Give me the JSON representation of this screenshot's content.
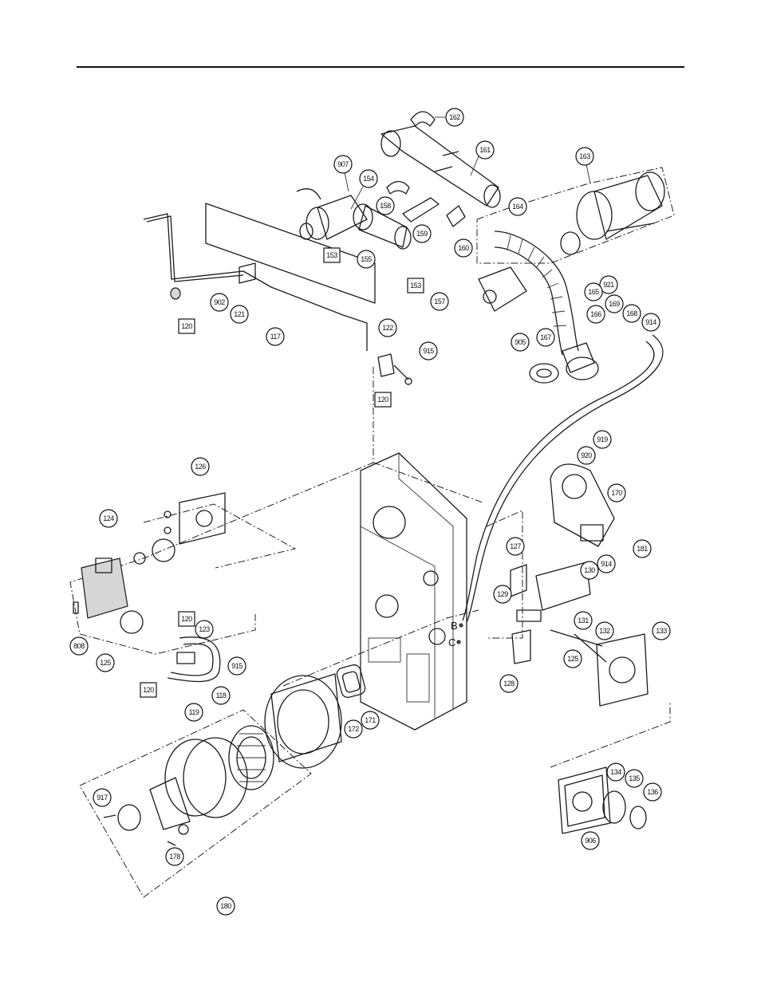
{
  "callouts": {
    "circled": [
      "162",
      "161",
      "163",
      "907",
      "154",
      "158",
      "159",
      "160",
      "164",
      "921",
      "155",
      "157",
      "166",
      "165",
      "169",
      "168",
      "914",
      "902",
      "121",
      "117",
      "122",
      "905",
      "167",
      "915",
      "919",
      "920",
      "170",
      "126",
      "124",
      "181",
      "127",
      "914b",
      "130",
      "129",
      "131",
      "125",
      "132",
      "133",
      "123",
      "808",
      "125b",
      "915b",
      "128",
      "118",
      "119",
      "171",
      "172",
      "134",
      "135",
      "136",
      "917",
      "906",
      "178",
      "180"
    ],
    "boxed": [
      "153",
      "153b",
      "120",
      "120b",
      "120c",
      "120d"
    ]
  },
  "labels": {
    "c162": "162",
    "c161": "161",
    "c163": "163",
    "c907": "907",
    "c154": "154",
    "c158": "158",
    "c159": "159",
    "c160": "160",
    "c164": "164",
    "c921": "921",
    "c155": "155",
    "c157": "157",
    "c166": "166",
    "c165": "165",
    "c169": "169",
    "c168": "168",
    "c914": "914",
    "c902": "902",
    "c121": "121",
    "c117": "117",
    "c122": "122",
    "c905": "905",
    "c167": "167",
    "c915": "915",
    "c919": "919",
    "c920": "920",
    "c170": "170",
    "c126": "126",
    "c124": "124",
    "c181": "181",
    "c127": "127",
    "c914b": "914",
    "c130": "130",
    "c129": "129",
    "c131": "131",
    "c125": "125",
    "c132": "132",
    "c133": "133",
    "c123": "123",
    "c808": "808",
    "c125b": "125",
    "c915b": "915",
    "c128": "128",
    "c118": "118",
    "c119": "119",
    "c171": "171",
    "c172": "172",
    "c134": "134",
    "c135": "135",
    "c136": "136",
    "c917": "917",
    "c906": "906",
    "c178": "178",
    "c180": "180",
    "b153": "153",
    "b153b": "153",
    "b120": "120",
    "b120b": "120",
    "b120c": "120",
    "b120d": "120",
    "letterB": "B",
    "letterC": "C"
  }
}
